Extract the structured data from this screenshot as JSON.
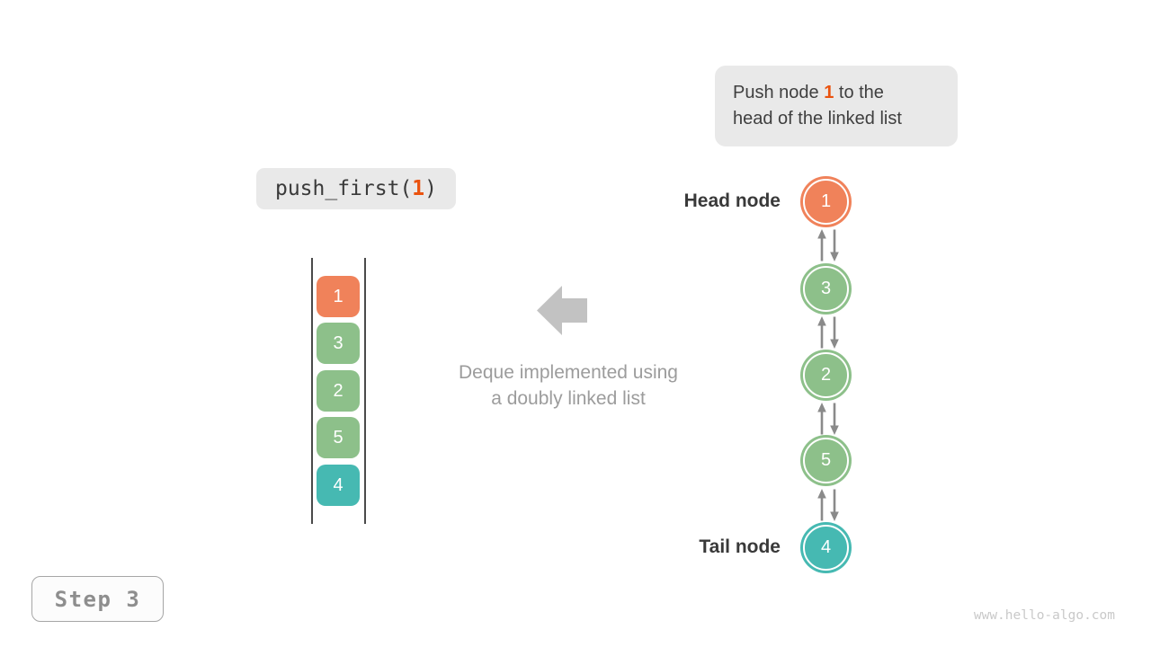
{
  "colors": {
    "highlight": "#ea530f",
    "badge_bg": "#e9e9e9",
    "arrow_gray": "#8a8a8a",
    "block_arrow_gray": "#c2c2c2",
    "node_orange": "#f0825a",
    "node_green": "#8dc08a",
    "node_teal": "#46b9b2"
  },
  "callout": {
    "line1_pre": "Push node ",
    "value": "1",
    "line1_post": " to the",
    "line2": "head of the linked list"
  },
  "code_badge": {
    "pre": "push_first(",
    "value": "1",
    "post": ")"
  },
  "deque_stack": {
    "items": [
      {
        "value": "1",
        "color": "#f0825a"
      },
      {
        "value": "3",
        "color": "#8dc08a"
      },
      {
        "value": "2",
        "color": "#8dc08a"
      },
      {
        "value": "5",
        "color": "#8dc08a"
      },
      {
        "value": "4",
        "color": "#46b9b2"
      }
    ]
  },
  "caption": {
    "text": "Deque implemented using\na doubly linked list"
  },
  "linked_list": {
    "head_label": "Head node",
    "tail_label": "Tail node",
    "nodes": [
      {
        "value": "1",
        "color": "#f0825a"
      },
      {
        "value": "3",
        "color": "#8dc08a"
      },
      {
        "value": "2",
        "color": "#8dc08a"
      },
      {
        "value": "5",
        "color": "#8dc08a"
      },
      {
        "value": "4",
        "color": "#46b9b2"
      }
    ]
  },
  "step": {
    "label": "Step 3"
  },
  "watermark": {
    "text": "www.hello-algo.com"
  }
}
